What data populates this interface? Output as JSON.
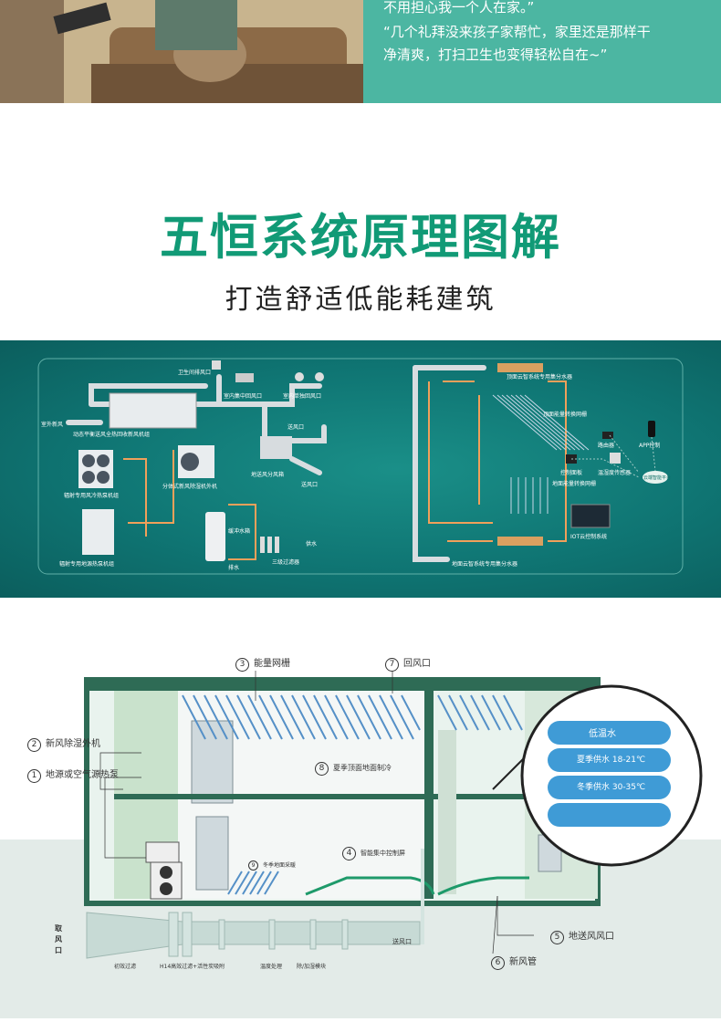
{
  "hero": {
    "quote_line1": "不用担心我一个人在家。”",
    "quote_line2": "“几个礼拜没来孩子家帮忙，家里还是那样干",
    "quote_line3": "净清爽，打扫卫生也变得轻松自在~”"
  },
  "title": "五恒系统原理图解",
  "subtitle": "打造舒适低能耗建筑",
  "system_diagram": {
    "labels": {
      "air_intake": "室外新风",
      "fresh_unit": "动态平衡送风全热回收新风机组",
      "ceiling_inlet": "卫生间排风口",
      "indoor_return": "室内集中回风口",
      "indoor_single": "室内单独回风口",
      "radiant_heatpump": "辐射专用风冷热泵机组",
      "split_unit": "分体式新风除湿机外机",
      "supply_box": "地送风分风箱",
      "supply_vent1": "送风口",
      "supply_vent2": "送风口",
      "buffer_tank": "缓冲水箱",
      "water_supply": "供水",
      "filter": "三级过滤器",
      "drain": "排水",
      "ground_heatpump": "辐射专用地源热泵机组",
      "ceiling_manifold": "顶面云智系统专用集分水器",
      "ceiling_grid": "顶面能量转换网栅",
      "floor_grid": "地面能量转换网栅",
      "control_panel": "控制面板",
      "temp_sensor": "温湿度传感器",
      "app_control": "APP控制",
      "router": "路由器",
      "cloud": "云端智能平台",
      "iot": "IOT云控制系统",
      "floor_manifold": "地面云智系统专用集分水器"
    }
  },
  "house": {
    "labels": {
      "energy_grid": "能量网栅",
      "return_vent": "回风口",
      "fresh_dehumid": "新风除湿外机",
      "heat_pump": "地源或空气源热泵",
      "summer_cooling": "夏季顶面地面制冷",
      "winter_heating": "冬季地面采暖",
      "smart_control": "智能集中控制屏",
      "ground_supply": "地送风风口",
      "fresh_duct": "新风管",
      "intake": "取风口",
      "supply_outlet": "送风口",
      "filter1": "初效过滤",
      "filter2": "H14高效过滤+活性炭吸附",
      "temp_proc": "温度处理",
      "humid": "除/加湿模块"
    },
    "nums": {
      "n1": "1",
      "n2": "2",
      "n3": "3",
      "n4": "4",
      "n5": "5",
      "n6": "6",
      "n7": "7",
      "n8": "8",
      "n9": "9"
    },
    "zoom": {
      "low_temp": "低温水",
      "summer": "夏季供水 18-21℃",
      "winter": "冬季供水 30-35℃"
    }
  },
  "colors": {
    "accent": "#119a76",
    "teal_panel": "#4cb6a2",
    "diagram_bg": "#0f7573",
    "pipe_orange": "#f0a05a",
    "wall_green": "#2e6b55"
  }
}
